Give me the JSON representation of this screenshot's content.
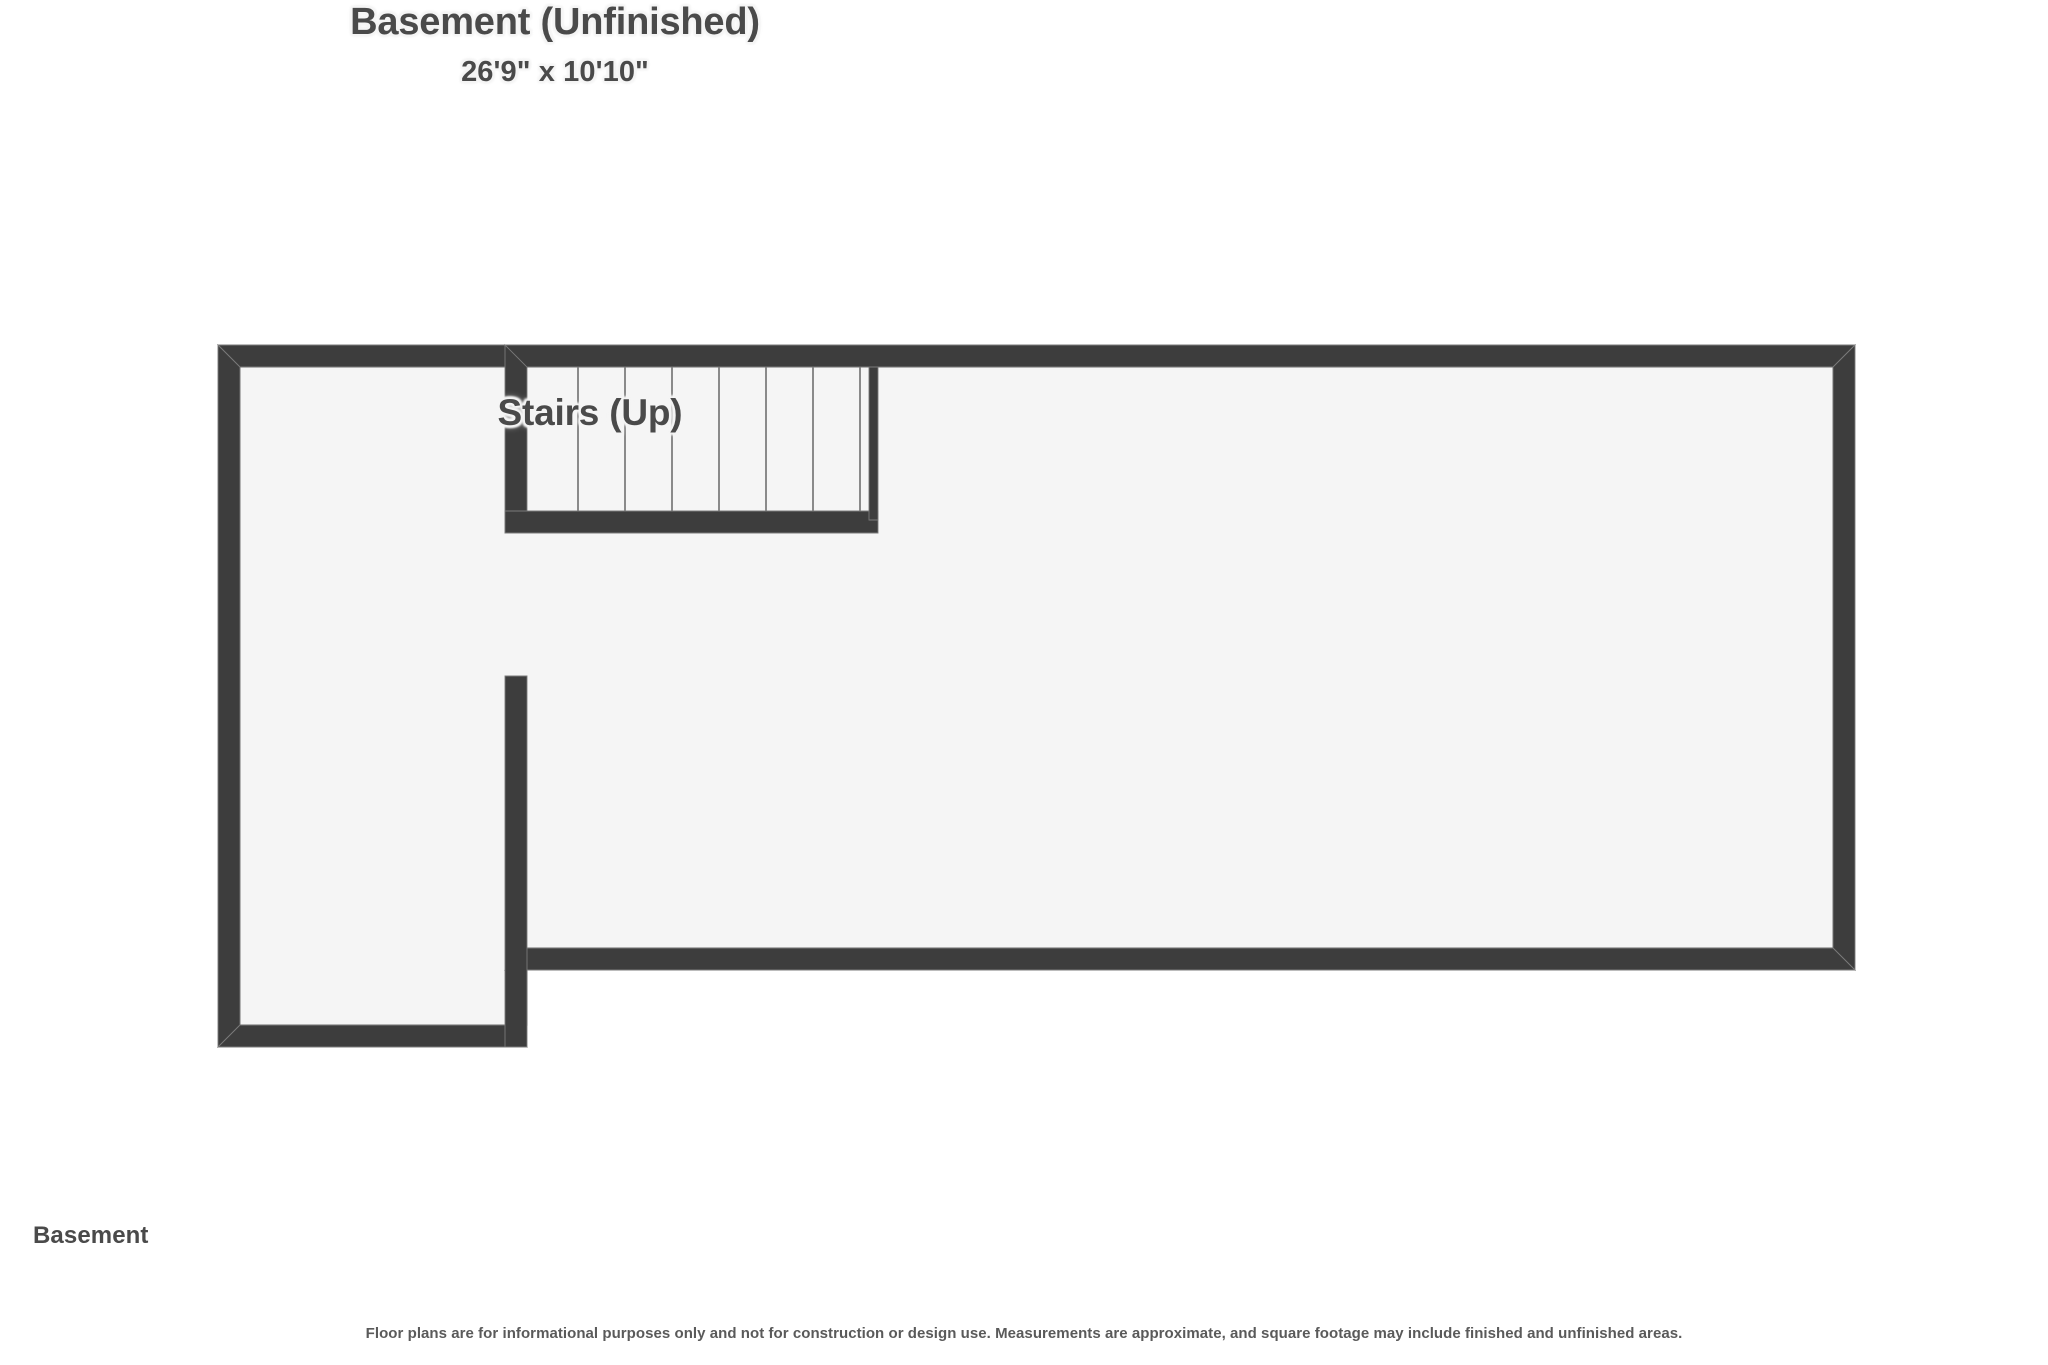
{
  "plan": {
    "floor_caption": "Basement",
    "disclaimer": "Floor plans are for informational purposes only and not for construction or design use. Measurements are approximate, and square footage may include finished and unfinished areas.",
    "colors": {
      "wall": "#3d3d3d",
      "wall_edge": "#2f2f2f",
      "floor_fill": "#f5f5f5",
      "floor_outline": "#cfcfcf",
      "step_line": "#8a8a8a",
      "text": "#4a4a4a",
      "text_halo": "#f5f5f5",
      "background": "#ffffff",
      "footer_text": "#5a5a5a"
    },
    "rooms": [
      {
        "id": "basement",
        "name": "Basement (Unfinished)",
        "dimensions": "26'9\" x 10'10\"",
        "finished": false
      },
      {
        "id": "stairs",
        "name": "Stairs (Up)",
        "direction": "up",
        "step_count": 8,
        "step_divider_count": 7
      }
    ]
  }
}
